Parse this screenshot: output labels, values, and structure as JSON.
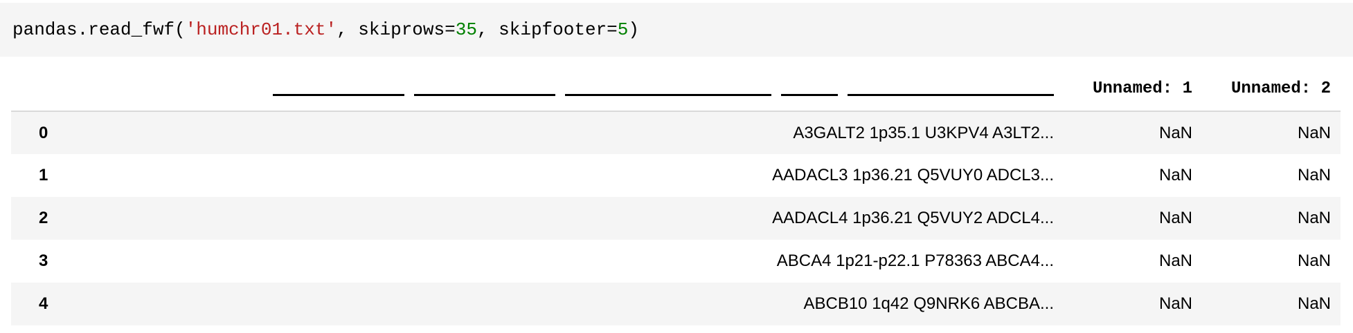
{
  "code": {
    "func": "pandas.read_fwf(",
    "filename": "'humchr01.txt'",
    "sep1": ", skiprows=",
    "skiprows": "35",
    "sep2": ", skipfooter=",
    "skipfooter": "5",
    "close": ")"
  },
  "table": {
    "columns": [
      "",
      "Unnamed: 1",
      "Unnamed: 2"
    ],
    "rows": [
      {
        "index": "0",
        "c0": "A3GALT2 1p35.1 U3KPV4 A3LT2...",
        "c1": "NaN",
        "c2": "NaN"
      },
      {
        "index": "1",
        "c0": "AADACL3 1p36.21 Q5VUY0 ADCL3...",
        "c1": "NaN",
        "c2": "NaN"
      },
      {
        "index": "2",
        "c0": "AADACL4 1p36.21 Q5VUY2 ADCL4...",
        "c1": "NaN",
        "c2": "NaN"
      },
      {
        "index": "3",
        "c0": "ABCA4 1p21-p22.1 P78363 ABCA4...",
        "c1": "NaN",
        "c2": "NaN"
      },
      {
        "index": "4",
        "c0": "ABCB10 1q42 Q9NRK6 ABCBA...",
        "c1": "NaN",
        "c2": "NaN"
      }
    ]
  }
}
